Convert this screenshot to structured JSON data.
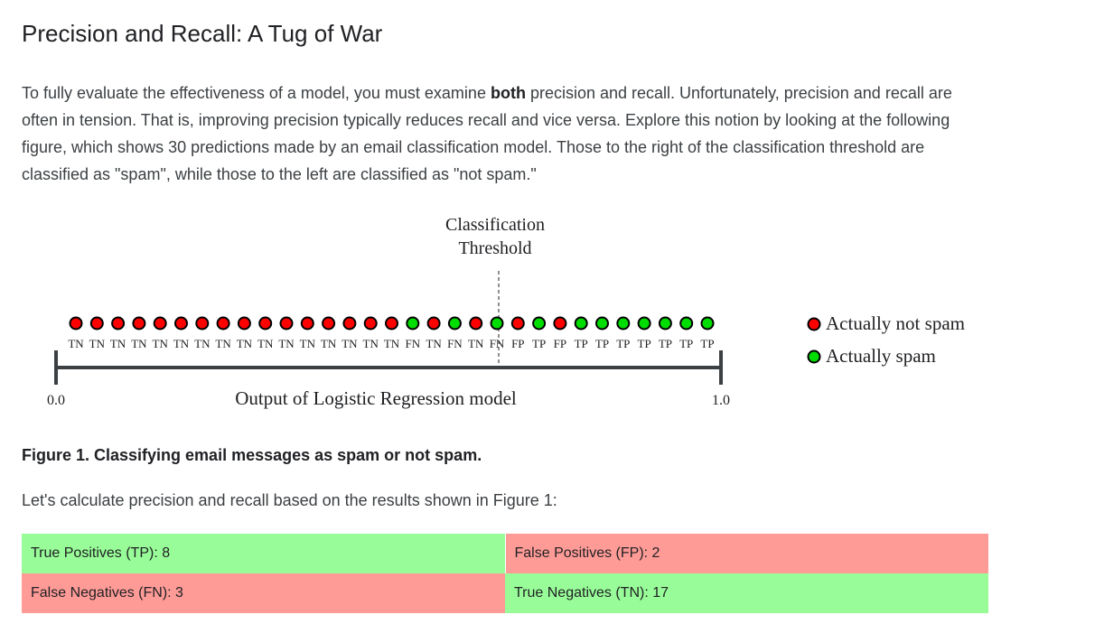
{
  "title": "Precision and Recall: A Tug of War",
  "intro": {
    "before_bold": "To fully evaluate the effectiveness of a model, you must examine ",
    "bold": "both",
    "after_bold": " precision and recall. Unfortunately, precision and recall are often in tension. That is, improving precision typically reduces recall and vice versa. Explore this notion by looking at the following figure, which shows 30 predictions made by an email classification model. Those to the right of the classification threshold are classified as \"spam\", while those to the left are classified as \"not spam.\""
  },
  "figure": {
    "threshold_label_line1": "Classification",
    "threshold_label_line2": "Threshold",
    "axis_label": "Output of Logistic Regression model",
    "axis_min": "0.0",
    "axis_max": "1.0",
    "legend": {
      "not_spam": "Actually not spam",
      "spam": "Actually spam"
    },
    "colors": {
      "not_spam": "#ff0000",
      "spam": "#00dd00",
      "outline": "#000000"
    },
    "predictions": [
      {
        "label": "TN",
        "actual": "not_spam"
      },
      {
        "label": "TN",
        "actual": "not_spam"
      },
      {
        "label": "TN",
        "actual": "not_spam"
      },
      {
        "label": "TN",
        "actual": "not_spam"
      },
      {
        "label": "TN",
        "actual": "not_spam"
      },
      {
        "label": "TN",
        "actual": "not_spam"
      },
      {
        "label": "TN",
        "actual": "not_spam"
      },
      {
        "label": "TN",
        "actual": "not_spam"
      },
      {
        "label": "TN",
        "actual": "not_spam"
      },
      {
        "label": "TN",
        "actual": "not_spam"
      },
      {
        "label": "TN",
        "actual": "not_spam"
      },
      {
        "label": "TN",
        "actual": "not_spam"
      },
      {
        "label": "TN",
        "actual": "not_spam"
      },
      {
        "label": "TN",
        "actual": "not_spam"
      },
      {
        "label": "TN",
        "actual": "not_spam"
      },
      {
        "label": "TN",
        "actual": "not_spam"
      },
      {
        "label": "FN",
        "actual": "spam"
      },
      {
        "label": "TN",
        "actual": "not_spam"
      },
      {
        "label": "FN",
        "actual": "spam"
      },
      {
        "label": "TN",
        "actual": "not_spam"
      },
      {
        "label": "FN",
        "actual": "spam"
      },
      {
        "label": "FP",
        "actual": "not_spam"
      },
      {
        "label": "TP",
        "actual": "spam"
      },
      {
        "label": "FP",
        "actual": "not_spam"
      },
      {
        "label": "TP",
        "actual": "spam"
      },
      {
        "label": "TP",
        "actual": "spam"
      },
      {
        "label": "TP",
        "actual": "spam"
      },
      {
        "label": "TP",
        "actual": "spam"
      },
      {
        "label": "TP",
        "actual": "spam"
      },
      {
        "label": "TP",
        "actual": "spam"
      },
      {
        "label": "TP",
        "actual": "spam"
      }
    ]
  },
  "caption": "Figure 1. Classifying email messages as spam or not spam.",
  "calc_text": "Let's calculate precision and recall based on the results shown in Figure 1:",
  "confusion_matrix": {
    "tp": "True Positives (TP): 8",
    "fp": "False Positives (FP): 2",
    "fn": "False Negatives (FN): 3",
    "tn": "True Negatives (TN): 17",
    "colors": {
      "correct": "#98fd98",
      "incorrect": "#ff9b97"
    }
  }
}
